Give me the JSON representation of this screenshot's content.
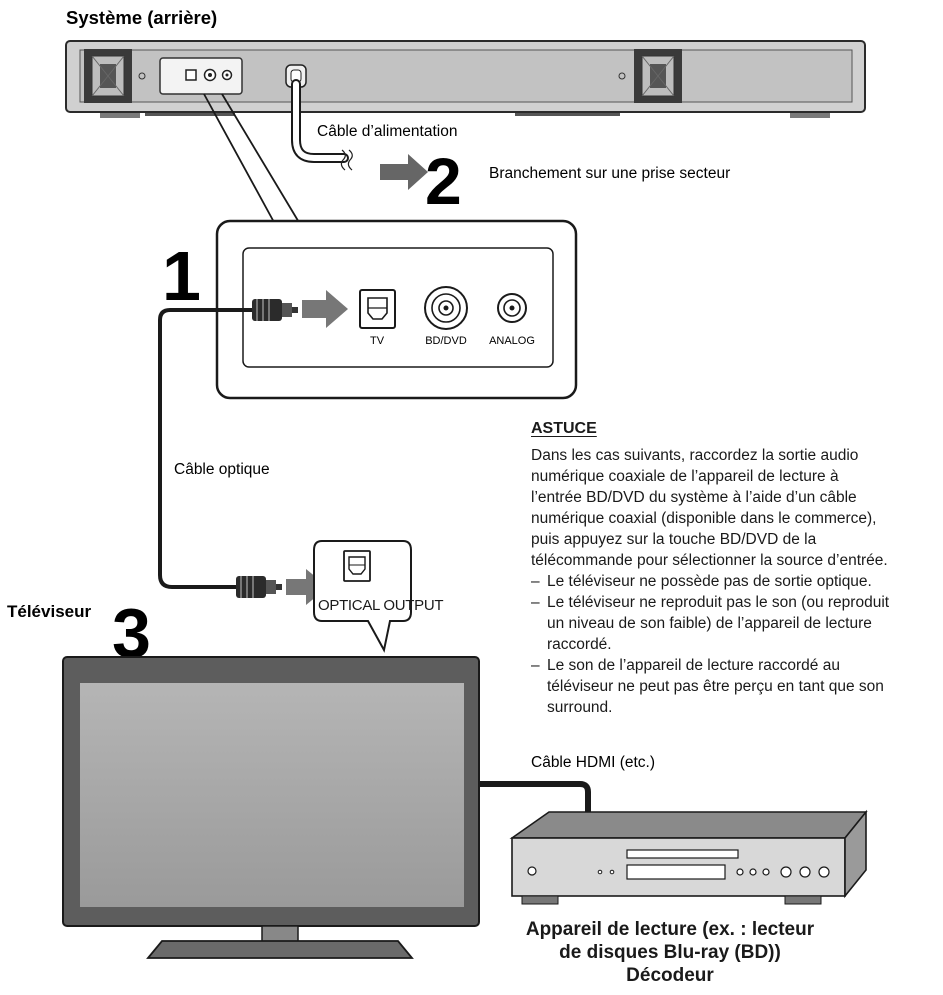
{
  "labels": {
    "system_rear": "Système (arrière)",
    "power_cable": "Câble d’alimentation",
    "power_outlet": "Branchement sur une prise secteur",
    "optical_cable": "Câble optique",
    "tv": "Téléviseur",
    "hdmi_cable": "Câble HDMI (etc.)",
    "optical_output": "OPTICAL OUTPUT"
  },
  "steps": {
    "one": "1",
    "two": "2",
    "three": "3"
  },
  "jacks": {
    "tv": "TV",
    "bddvd": "BD/DVD",
    "analog": "ANALOG"
  },
  "tip": {
    "heading": "ASTUCE",
    "intro_lines": [
      "Dans les cas suivants, raccordez la sortie audio",
      "numérique coaxiale de l’appareil de lecture à",
      "l’entrée BD/DVD du système à l’aide d’un câble",
      "numérique coaxial (disponible dans le commerce),",
      "puis appuyez sur la touche BD/DVD de la",
      "télécommande pour sélectionner la source d’entrée."
    ],
    "bullets": [
      [
        "Le téléviseur ne possède pas de sortie optique."
      ],
      [
        "Le téléviseur ne reproduit pas le son (ou reproduit",
        "un niveau de son faible) de l’appareil de lecture",
        "raccordé."
      ],
      [
        "Le son de l’appareil de lecture raccordé au",
        "téléviseur ne peut pas être perçu en tant que son",
        "surround."
      ]
    ]
  },
  "player_caption": {
    "line1": "Appareil de lecture (ex. : lecteur",
    "line2": "de disques Blu-ray (BD))",
    "line3": "Décodeur"
  }
}
